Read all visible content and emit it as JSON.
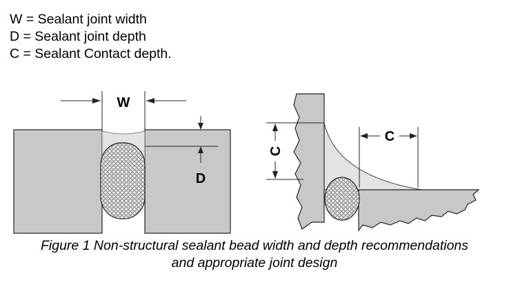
{
  "legend": {
    "w": "W = Sealant joint width",
    "d": "D = Sealant joint depth",
    "c": "C = Sealant Contact depth."
  },
  "labels": {
    "w": "W",
    "d": "D",
    "c_vertical": "C",
    "c_horizontal": "C"
  },
  "caption": {
    "line1": "Figure 1 Non-structural sealant bead width and depth recommendations",
    "line2": "and appropriate joint design"
  },
  "colors": {
    "substrate": "#c8c8c8",
    "sealant": "#e3e3e3",
    "outline": "#222222"
  }
}
